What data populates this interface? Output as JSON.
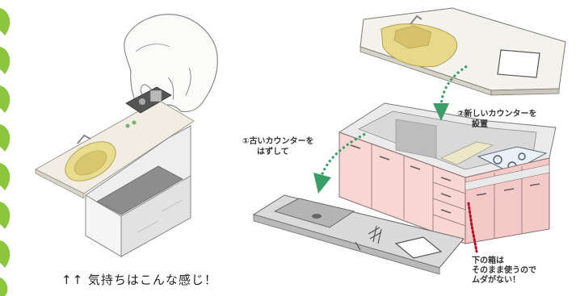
{
  "caption": "↑↑ 気持ちはこんな感じ！",
  "labels": {
    "remove_old": {
      "line1": "①古いカウンターを",
      "line2": "はずして"
    },
    "install_new": {
      "line1": "②新しいカウンターを",
      "line2": "設置"
    },
    "cabinet_reuse": {
      "line1": "下の箱は",
      "line2": "そのまま使うので",
      "line3": "ムダがない！"
    }
  },
  "colors": {
    "leaf": "#8cc63f",
    "arrow": "#3a9e68",
    "accent_dots": "#b5122b",
    "cabinet": "#f8d6d4",
    "sink": "#e8d98a",
    "counter": "#f0ede2"
  }
}
